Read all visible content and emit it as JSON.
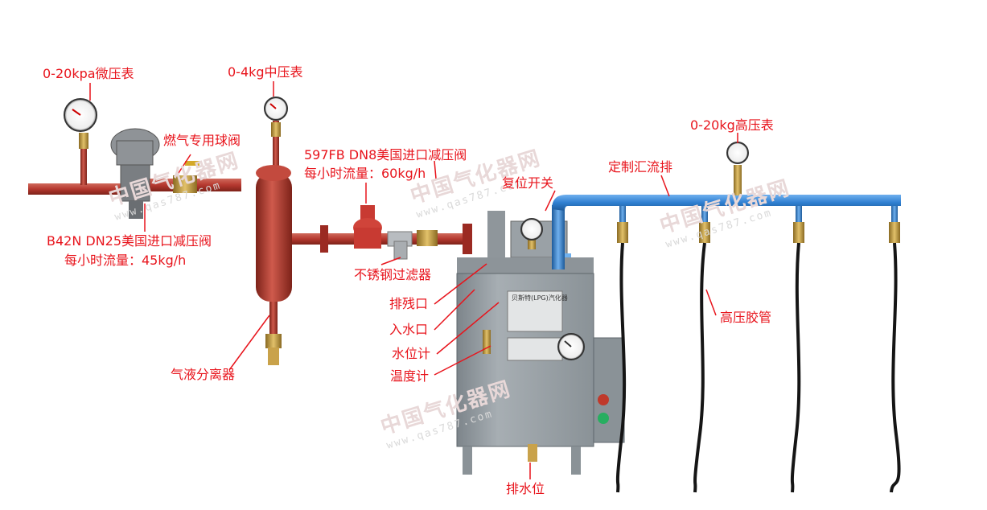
{
  "labels": {
    "micro_gauge": "0-20kpa微压表",
    "medium_gauge": "0-4kg中压表",
    "gas_ball_valve": "燃气专用球阀",
    "valve_597fb_line1": "597FB DN8美国进口减压阀",
    "valve_597fb_line2": "每小时流量：60kg/h",
    "reset_switch": "复位开关",
    "custom_manifold": "定制汇流排",
    "high_gauge": "0-20kg高压表",
    "valve_b42n_line1": "B42N DN25美国进口减压阀",
    "valve_b42n_line2": "每小时流量：45kg/h",
    "ss_filter": "不锈钢过滤器",
    "drain_residue": "排残口",
    "water_inlet": "入水口",
    "water_level_gauge": "水位计",
    "thermometer": "温度计",
    "high_pressure_hose": "高压胶管",
    "gas_liquid_separator": "气液分离器",
    "drain_water": "排水位"
  },
  "watermark": {
    "brand_cn": "中国气化器网",
    "url": "www.qas787.com"
  },
  "vaporizer_plate": {
    "title": "贝斯特(LPG)汽化器"
  },
  "colors": {
    "label": "#e8141c",
    "pipe_red": "#b5382f",
    "manifold_blue": "#2f7fd0",
    "cabinet_grey": "#9aa1a6",
    "brass": "#c9a24a"
  }
}
